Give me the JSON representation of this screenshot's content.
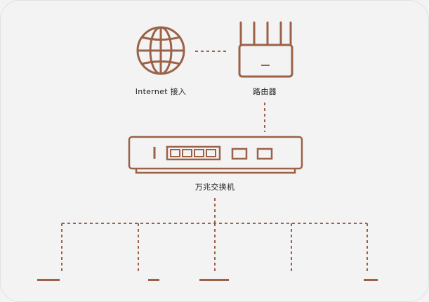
{
  "labels": {
    "internet": "Internet 接入",
    "router": "路由器",
    "switch": "万兆交换机"
  },
  "colors": {
    "accent": "#9b6248",
    "background": "#f3f3f3",
    "text": "#222222"
  },
  "icons": [
    "globe-icon",
    "router-icon",
    "switch-icon"
  ]
}
